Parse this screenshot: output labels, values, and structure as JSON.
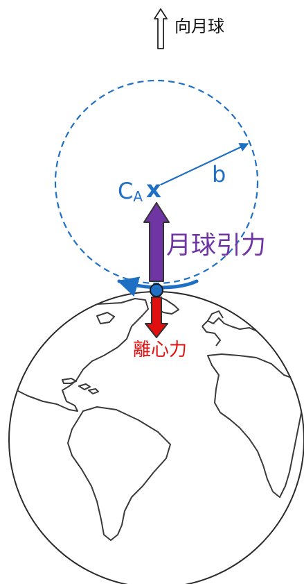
{
  "labels": {
    "moon_direction": "向月球",
    "center_main": "C",
    "center_sub": "A",
    "center_mark": "x",
    "radius": "b",
    "lunar_gravity": "月球引力",
    "centrifugal": "離心力"
  },
  "colors": {
    "blue": "#1f6fc5",
    "purple": "#6f35a3",
    "red": "#e01010",
    "outline": "#2b2b2b"
  }
}
